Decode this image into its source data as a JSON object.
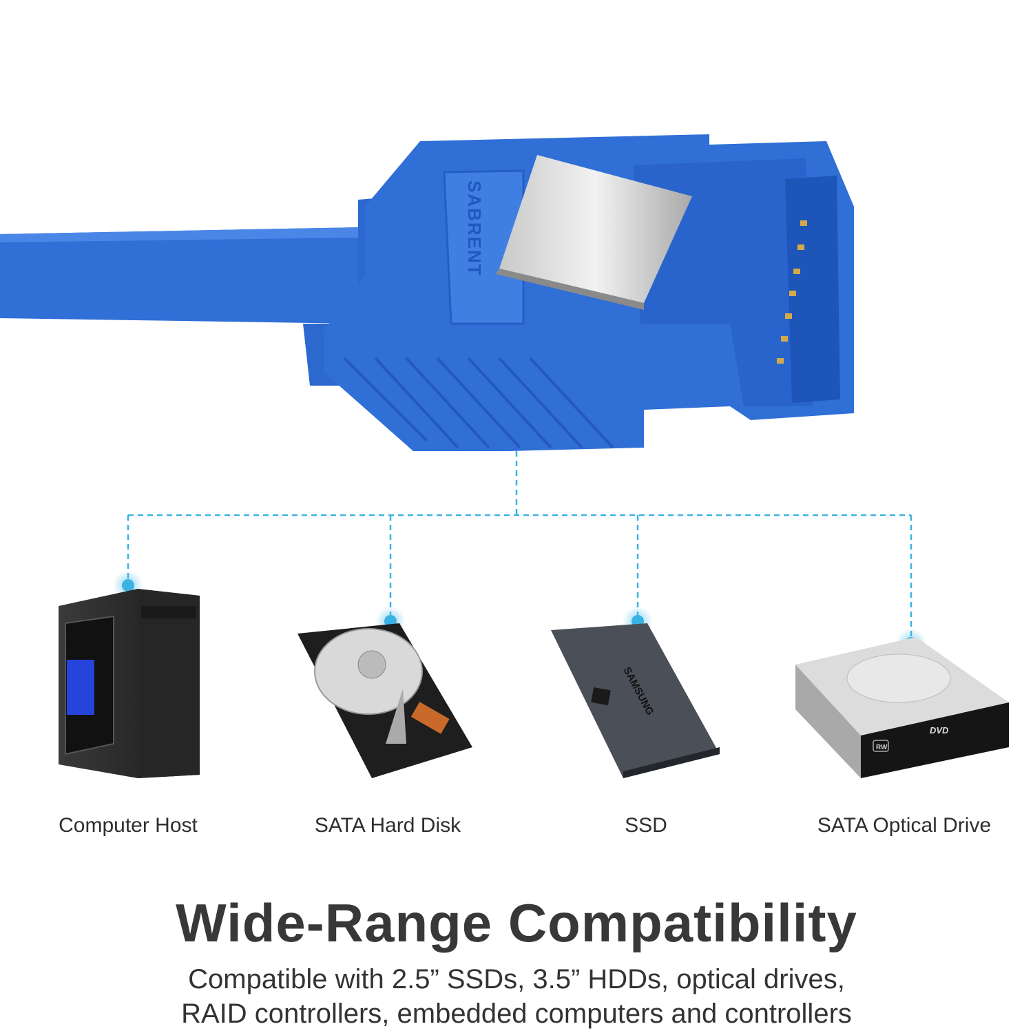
{
  "product": {
    "cable_brand_logo": "SABRENT",
    "cable_color": "#2f6fd6",
    "connector_line_color": "#3ab3e3"
  },
  "devices": [
    {
      "label": "Computer Host",
      "icon": "computer-tower-icon"
    },
    {
      "label": "SATA Hard Disk",
      "icon": "hard-disk-icon"
    },
    {
      "label": "SSD",
      "icon": "ssd-icon",
      "logo": "SAMSUNG"
    },
    {
      "label": "SATA Optical Drive",
      "icon": "optical-drive-icon",
      "logo": "DVD",
      "badge": "RW"
    }
  ],
  "heading": {
    "title": "Wide-Range Compatibility",
    "line1": "Compatible with 2.5” SSDs, 3.5” HDDs, optical drives,",
    "line2": "RAID controllers, embedded computers and controllers"
  }
}
